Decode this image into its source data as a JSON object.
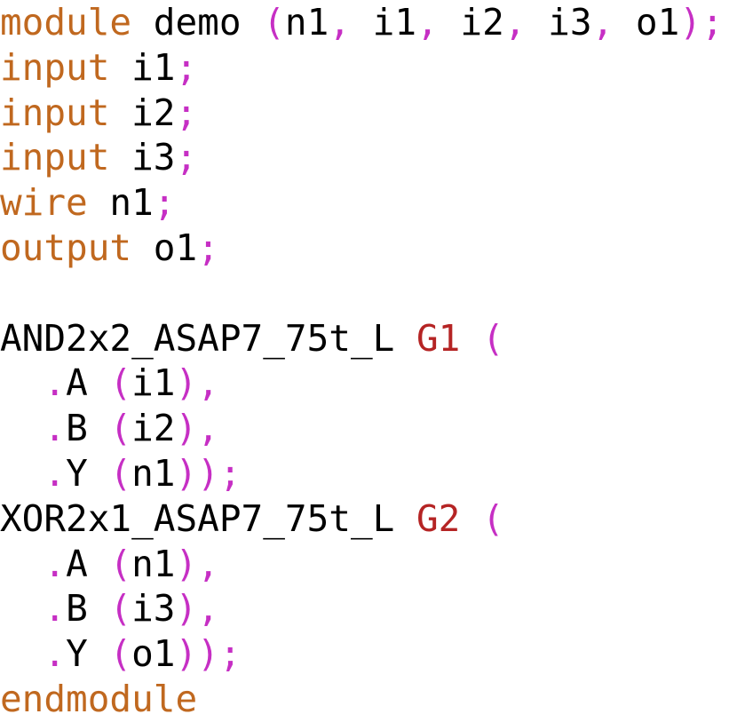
{
  "colors": {
    "keyword": "#c0681f",
    "punctuation": "#c62fc4",
    "identifier": "#000000",
    "instance": "#b52424",
    "background": "#ffffff"
  },
  "code_lines": [
    [
      {
        "t": "module",
        "c": "kw"
      },
      {
        "t": " demo ",
        "c": "id"
      },
      {
        "t": "(",
        "c": "pn"
      },
      {
        "t": "n1",
        "c": "id"
      },
      {
        "t": ",",
        "c": "pn"
      },
      {
        "t": " i1",
        "c": "id"
      },
      {
        "t": ",",
        "c": "pn"
      },
      {
        "t": " i2",
        "c": "id"
      },
      {
        "t": ",",
        "c": "pn"
      },
      {
        "t": " i3",
        "c": "id"
      },
      {
        "t": ",",
        "c": "pn"
      },
      {
        "t": " o1",
        "c": "id"
      },
      {
        "t": ");",
        "c": "pn"
      }
    ],
    [
      {
        "t": "input",
        "c": "kw"
      },
      {
        "t": " i1",
        "c": "id"
      },
      {
        "t": ";",
        "c": "pn"
      }
    ],
    [
      {
        "t": "input",
        "c": "kw"
      },
      {
        "t": " i2",
        "c": "id"
      },
      {
        "t": ";",
        "c": "pn"
      }
    ],
    [
      {
        "t": "input",
        "c": "kw"
      },
      {
        "t": " i3",
        "c": "id"
      },
      {
        "t": ";",
        "c": "pn"
      }
    ],
    [
      {
        "t": "wire",
        "c": "kw"
      },
      {
        "t": " n1",
        "c": "id"
      },
      {
        "t": ";",
        "c": "pn"
      }
    ],
    [
      {
        "t": "output",
        "c": "kw"
      },
      {
        "t": " o1",
        "c": "id"
      },
      {
        "t": ";",
        "c": "pn"
      }
    ],
    [],
    [
      {
        "t": "AND2x2_ASAP7_75t_L ",
        "c": "id"
      },
      {
        "t": "G1",
        "c": "inst"
      },
      {
        "t": " (",
        "c": "pn"
      }
    ],
    [
      {
        "t": "  ",
        "c": "id"
      },
      {
        "t": ".",
        "c": "pn"
      },
      {
        "t": "A ",
        "c": "id"
      },
      {
        "t": "(",
        "c": "pn"
      },
      {
        "t": "i1",
        "c": "id"
      },
      {
        "t": "),",
        "c": "pn"
      }
    ],
    [
      {
        "t": "  ",
        "c": "id"
      },
      {
        "t": ".",
        "c": "pn"
      },
      {
        "t": "B ",
        "c": "id"
      },
      {
        "t": "(",
        "c": "pn"
      },
      {
        "t": "i2",
        "c": "id"
      },
      {
        "t": "),",
        "c": "pn"
      }
    ],
    [
      {
        "t": "  ",
        "c": "id"
      },
      {
        "t": ".",
        "c": "pn"
      },
      {
        "t": "Y ",
        "c": "id"
      },
      {
        "t": "(",
        "c": "pn"
      },
      {
        "t": "n1",
        "c": "id"
      },
      {
        "t": "));",
        "c": "pn"
      }
    ],
    [
      {
        "t": "XOR2x1_ASAP7_75t_L ",
        "c": "id"
      },
      {
        "t": "G2",
        "c": "inst"
      },
      {
        "t": " (",
        "c": "pn"
      }
    ],
    [
      {
        "t": "  ",
        "c": "id"
      },
      {
        "t": ".",
        "c": "pn"
      },
      {
        "t": "A ",
        "c": "id"
      },
      {
        "t": "(",
        "c": "pn"
      },
      {
        "t": "n1",
        "c": "id"
      },
      {
        "t": "),",
        "c": "pn"
      }
    ],
    [
      {
        "t": "  ",
        "c": "id"
      },
      {
        "t": ".",
        "c": "pn"
      },
      {
        "t": "B ",
        "c": "id"
      },
      {
        "t": "(",
        "c": "pn"
      },
      {
        "t": "i3",
        "c": "id"
      },
      {
        "t": "),",
        "c": "pn"
      }
    ],
    [
      {
        "t": "  ",
        "c": "id"
      },
      {
        "t": ".",
        "c": "pn"
      },
      {
        "t": "Y ",
        "c": "id"
      },
      {
        "t": "(",
        "c": "pn"
      },
      {
        "t": "o1",
        "c": "id"
      },
      {
        "t": "));",
        "c": "pn"
      }
    ],
    [
      {
        "t": "endmodule",
        "c": "kw"
      }
    ]
  ]
}
